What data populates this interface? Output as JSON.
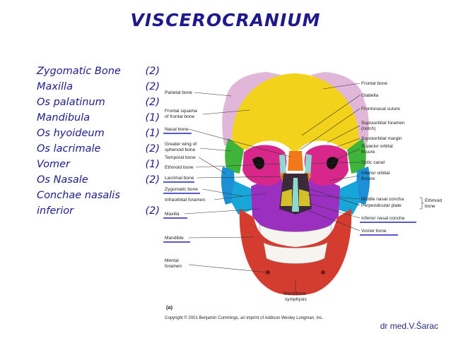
{
  "title": "VISCEROCRANIUM",
  "bones": [
    {
      "name": "Zygomatic Bone",
      "count": "(2)"
    },
    {
      "name": "Maxilla",
      "count": "(2)"
    },
    {
      "name": "Os palatinum",
      "count": "(2)"
    },
    {
      "name": "Mandibula",
      "count": "(1)"
    },
    {
      "name": "Os hyoideum",
      "count": "(1)"
    },
    {
      "name": "Os lacrimale",
      "count": "(2)"
    },
    {
      "name": "Vomer",
      "count": "(1)"
    },
    {
      "name": "Os Nasale",
      "count": "(2)"
    },
    {
      "name": "Conchae nasalis",
      "count": ""
    },
    {
      "name": "inferior",
      "count": "(2)"
    }
  ],
  "figure": {
    "left_labels": [
      "Parietal bone",
      "Frontal squama",
      "of frontal bone",
      "Nasal bone",
      "Greater wing of",
      "sphenoid bone",
      "Temporal bone",
      "Ethmoid bone",
      "Lacrimal bone",
      "Zygomatic bone",
      "Infraorbital foramen",
      "Maxilla",
      "Mandible",
      "Mental",
      "foramen"
    ],
    "right_labels": [
      "Frontal bone",
      "Glabella",
      "Frontonasal suture",
      "Supraorbital foramen",
      "(notch)",
      "Supraorbital margin",
      "Superior orbital",
      "fissure",
      "Optic canal",
      "Inferior orbital",
      "fissure",
      "Middle nasal concha",
      "Perpendicular plate",
      "Inferior nasal concha",
      "Vomer bone",
      "Ethmoid",
      "bone"
    ],
    "bottom_label": [
      "Mandibular",
      "symphysis"
    ],
    "panel": "(a)",
    "copyright": "Copyright © 2001 Benjamin Cummings, an imprint of Addison Wesley Longman, Inc."
  },
  "credit": "dr med.V.Šarac",
  "colors": {
    "frontal": "#f2d21a",
    "parietal": "#e0b7d8",
    "sphenoid": "#3fb43a",
    "temporal": "#1c8fd6",
    "zygomatic": "#18a6d8",
    "maxilla": "#9a2fc0",
    "mandible": "#d43c2f",
    "ethmoid": "#8fd8d0",
    "lacrimal": "#f07a1a",
    "orbit": "#d8278a",
    "highlight": "#5a5ad0",
    "title": "#1e1a8c"
  }
}
